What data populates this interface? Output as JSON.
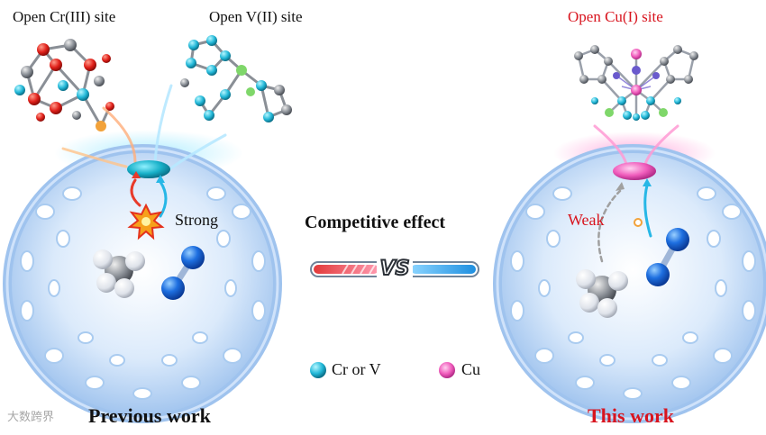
{
  "labels": {
    "cr_site": "Open Cr(III) site",
    "v_site": "Open V(II) site",
    "cu_site": "Open Cu(I) site",
    "strong": "Strong",
    "weak": "Weak",
    "competitive": "Competitive effect",
    "vs": "VS",
    "legend_crv": "Cr or V",
    "legend_cu": "Cu",
    "previous": "Previous work",
    "this": "This work",
    "watermark": "大数跨界"
  },
  "colors": {
    "red_text": "#d8141e",
    "metal_teal": "#1fb3c8",
    "cu_pink": "#f06cbf",
    "sphere": "#a9cbf0",
    "n2_blue": "#1e6fe0"
  }
}
